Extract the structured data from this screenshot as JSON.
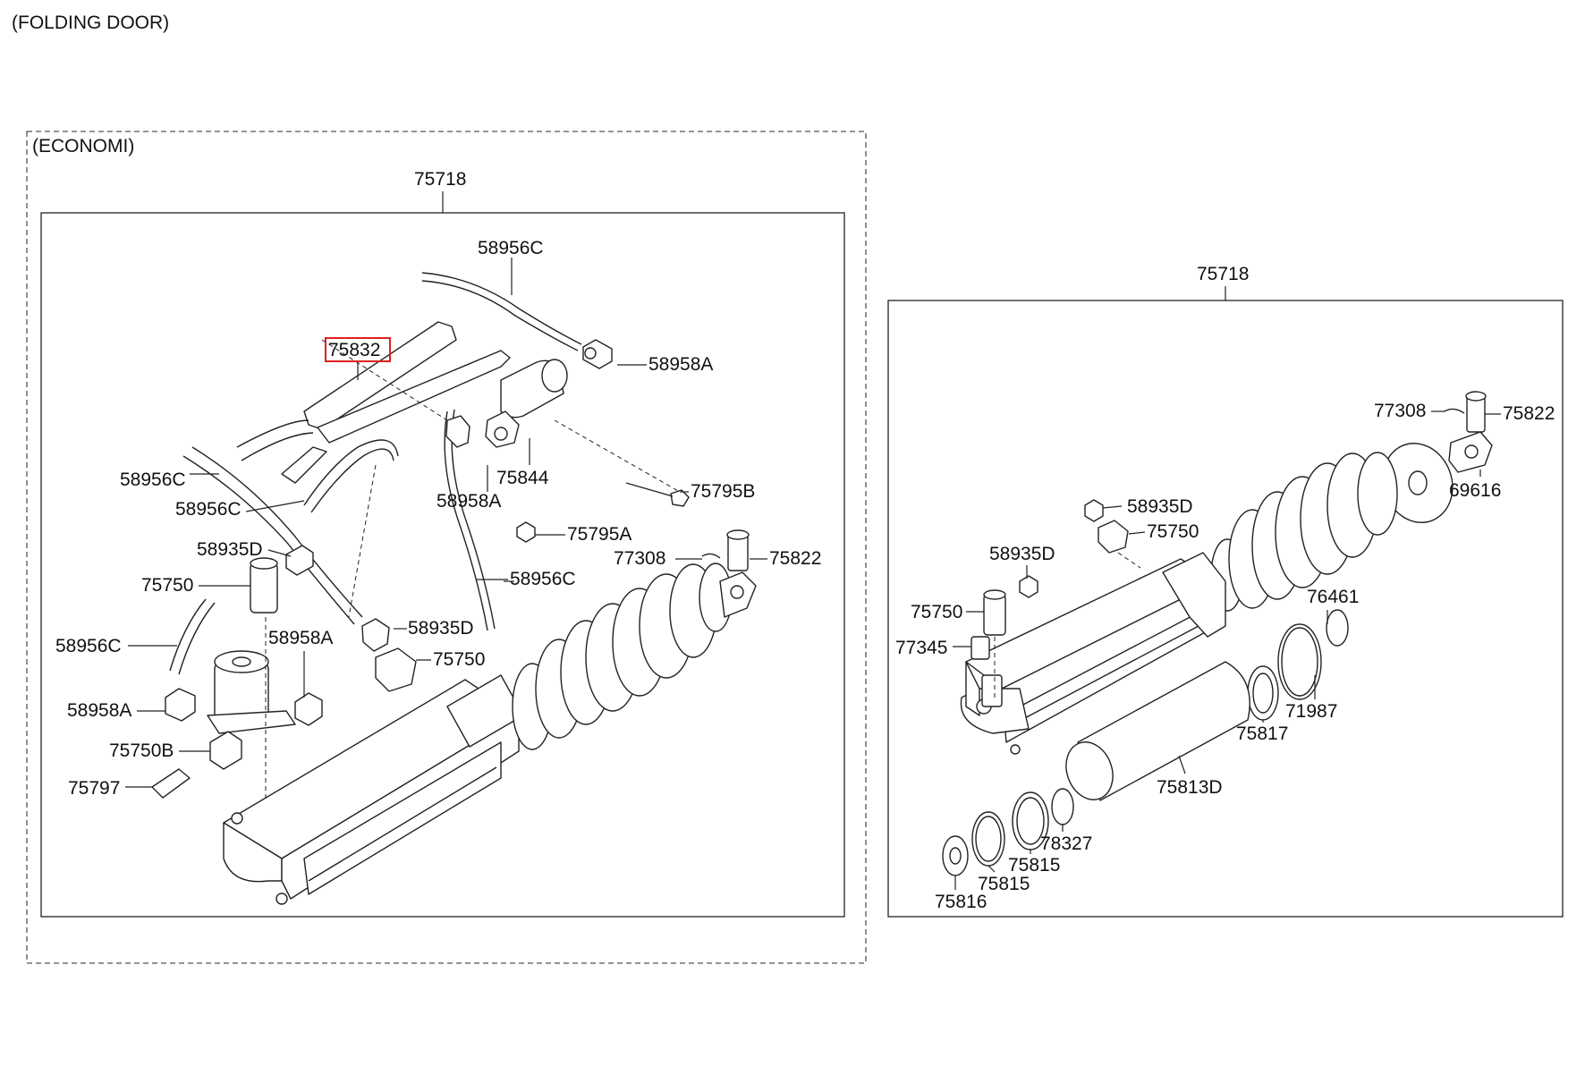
{
  "header": {
    "title": "(FOLDING DOOR)"
  },
  "left_panel": {
    "variant": "(ECONOMI)",
    "assembly_number": "75718",
    "highlighted_part": "75832",
    "labels": {
      "l_58956C_top": "58956C",
      "l_75832": "75832",
      "l_58958A_1": "58958A",
      "l_75844": "75844",
      "l_75795B": "75795B",
      "l_58956C_a": "58956C",
      "l_58958A_2": "58958A",
      "l_58956C_b": "58956C",
      "l_75795A": "75795A",
      "l_58935D_a": "58935D",
      "l_77308": "77308",
      "l_75822": "75822",
      "l_75750_a": "75750",
      "l_58956C_c": "58956C",
      "l_58956C_d": "58956C",
      "l_58958A_3": "58958A",
      "l_58935D_b": "58935D",
      "l_75750_b": "75750",
      "l_58958A_4": "58958A",
      "l_75750B": "75750B",
      "l_75797": "75797"
    }
  },
  "right_panel": {
    "assembly_number": "75718",
    "labels": {
      "r_77308": "77308",
      "r_75822": "75822",
      "r_69616": "69616",
      "r_58935D_a": "58935D",
      "r_75750_a": "75750",
      "r_58935D_b": "58935D",
      "r_76461": "76461",
      "r_75750_b": "75750",
      "r_77345": "77345",
      "r_71987": "71987",
      "r_75817": "75817",
      "r_75813D": "75813D",
      "r_78327": "78327",
      "r_75815_a": "75815",
      "r_75815_b": "75815",
      "r_75816": "75816"
    }
  },
  "colors": {
    "line": "#222222",
    "highlight": "#e02020",
    "background": "#ffffff"
  }
}
